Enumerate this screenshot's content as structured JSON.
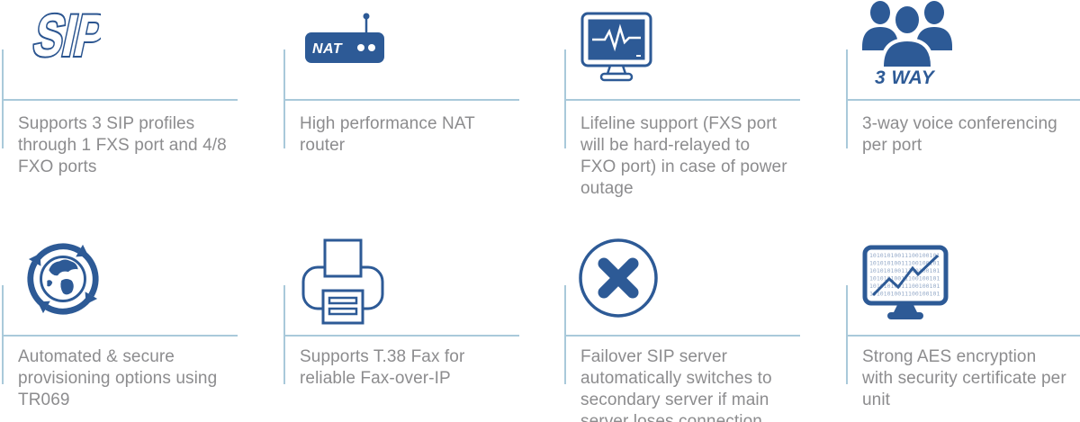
{
  "colors": {
    "icon_blue": "#2d5a96",
    "line_blue": "#a9c9da",
    "text_gray": "#8c8c8e",
    "background": "#ffffff"
  },
  "features": [
    {
      "icon": "sip-logo-icon",
      "icon_label": "SIP",
      "text": "Supports 3 SIP profiles through 1 FXS port and 4/8 FXO ports"
    },
    {
      "icon": "nat-router-icon",
      "icon_label": "NAT",
      "text": "High performance NAT router"
    },
    {
      "icon": "lifeline-monitor-icon",
      "text": "Lifeline support (FXS port will be hard-relayed to FXO port) in case of power outage"
    },
    {
      "icon": "three-way-group-icon",
      "icon_label": "3 WAY",
      "text": "3-way voice conferencing per port"
    },
    {
      "icon": "provisioning-globe-icon",
      "text": "Automated & secure provisioning options using TR069"
    },
    {
      "icon": "fax-printer-icon",
      "text": "Supports T.38 Fax for reliable Fax-over-IP"
    },
    {
      "icon": "failover-x-icon",
      "text": "Failover SIP server automatically switches to secondary server if main server loses connection"
    },
    {
      "icon": "encryption-monitor-icon",
      "text": "Strong AES encryption with security certificate per unit"
    }
  ],
  "decorative": {
    "binary_row": "10101010011100100101"
  }
}
